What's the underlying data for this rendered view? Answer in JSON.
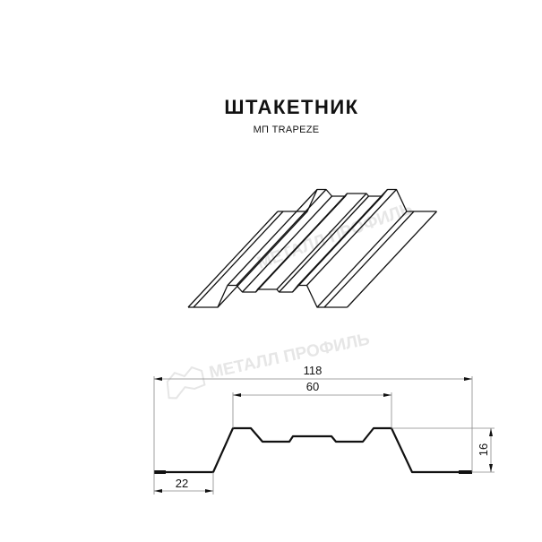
{
  "title": "ШТАКЕТНИК",
  "subtitle": "МП TRAPEZE",
  "watermark": "МЕТАЛЛ ПРОФИЛЬ",
  "dimensions": {
    "total_width": "118",
    "top_width": "60",
    "flange_width": "22",
    "height": "16"
  }
}
